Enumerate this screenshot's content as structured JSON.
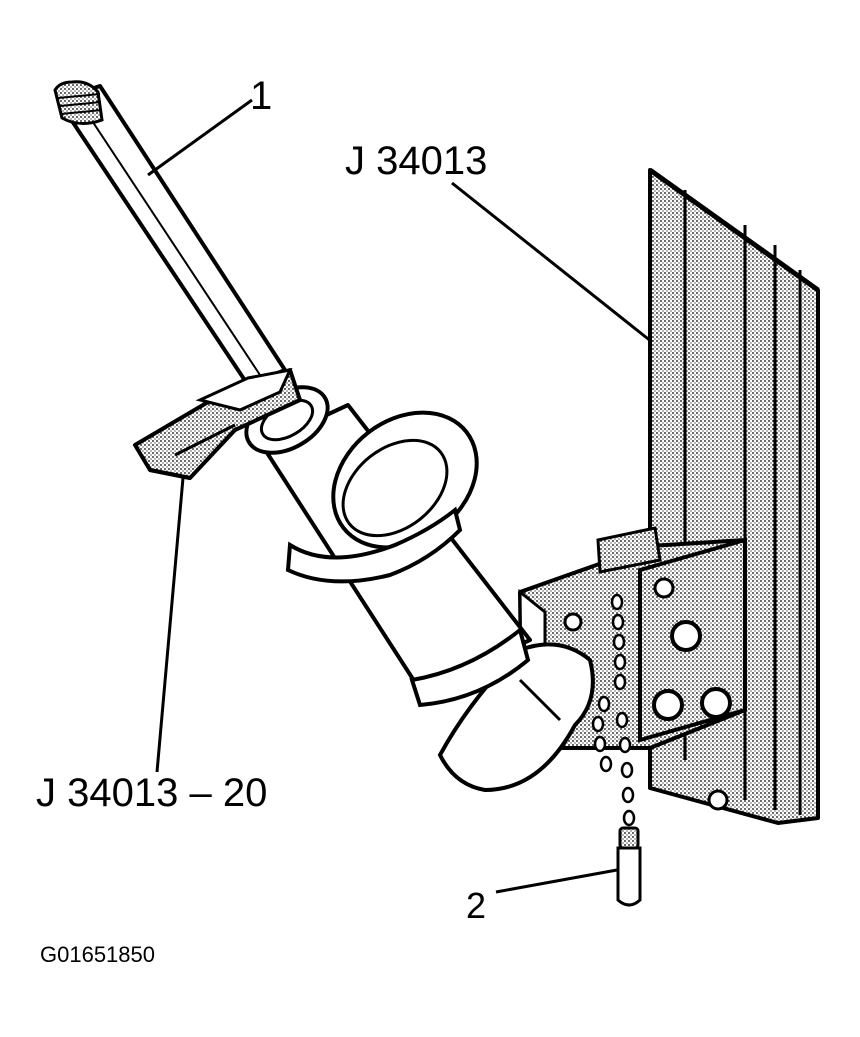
{
  "callouts": {
    "part_1": "1",
    "part_2": "2",
    "tool_main": "J 34013",
    "tool_adapter": "J 34013 – 20"
  },
  "figure_id": "G01651850",
  "colors": {
    "ink": "#000000",
    "paper": "#ffffff",
    "shade": "#c4c4c4"
  }
}
